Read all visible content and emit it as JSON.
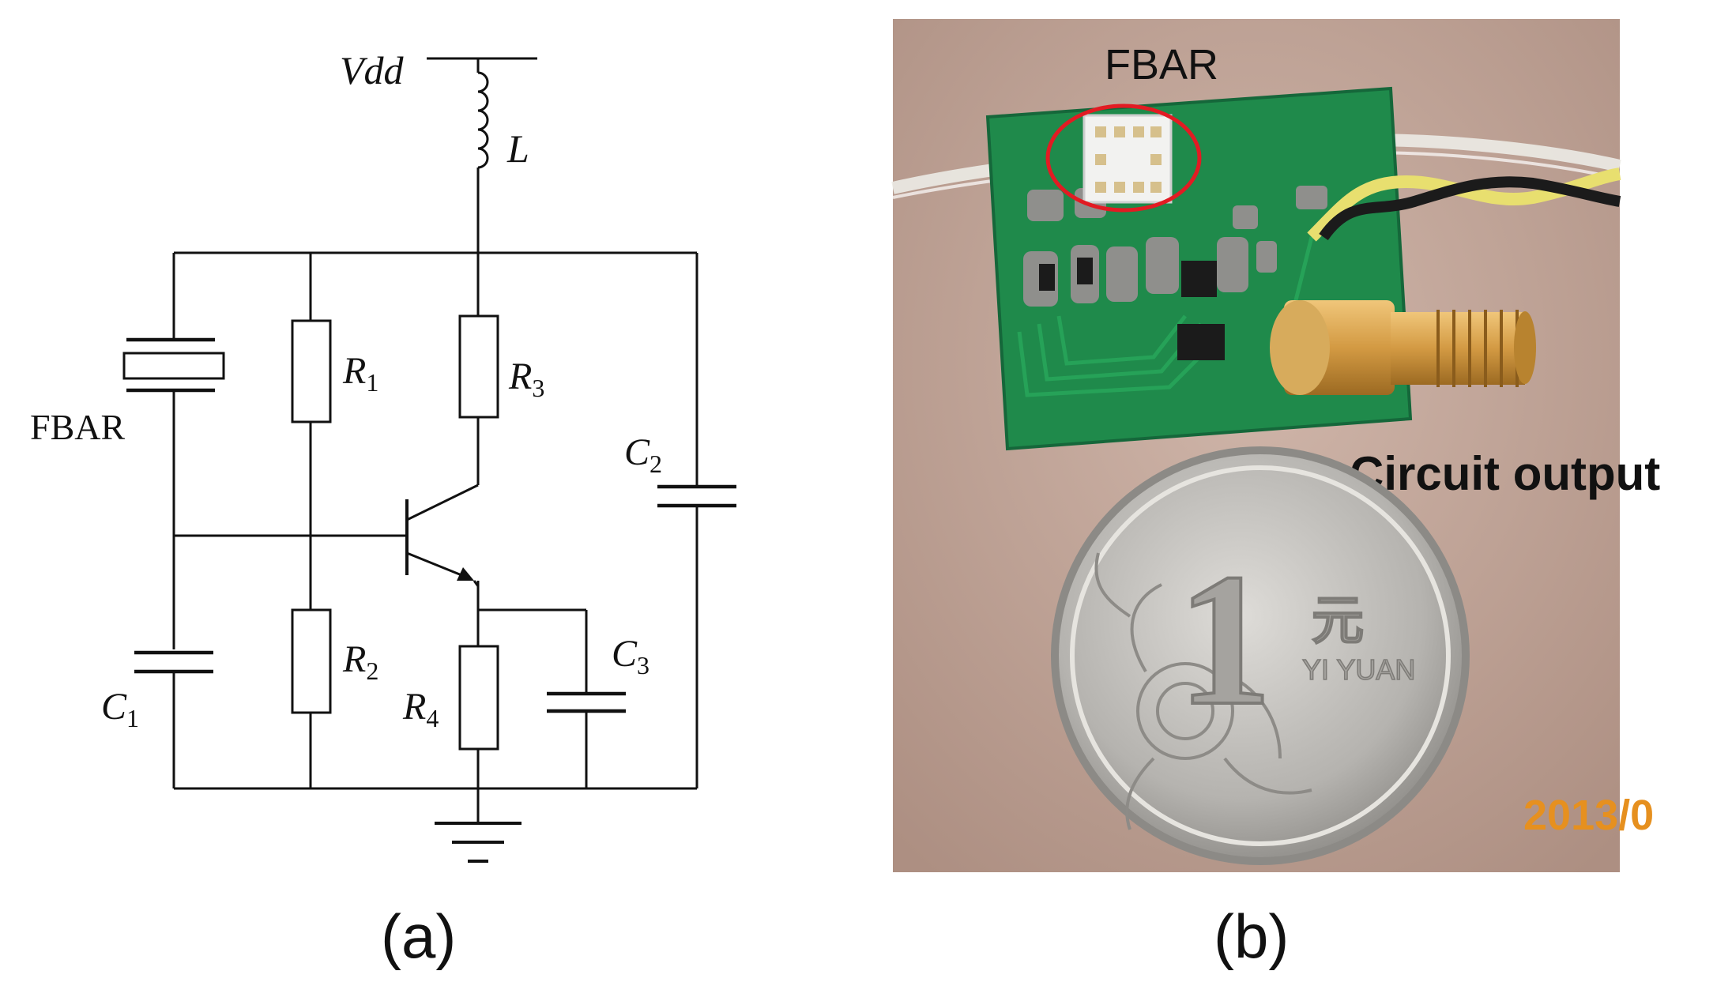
{
  "panel_a": {
    "caption": "(a)",
    "labels": {
      "vdd": "Vdd",
      "inductor": "L",
      "fbar": "FBAR",
      "r1": "R",
      "r1_sub": "1",
      "r2": "R",
      "r2_sub": "2",
      "r3": "R",
      "r3_sub": "3",
      "r4": "R",
      "r4_sub": "4",
      "c1": "C",
      "c1_sub": "1",
      "c2": "C",
      "c2_sub": "2",
      "c3": "C",
      "c3_sub": "3"
    }
  },
  "panel_b": {
    "caption": "(b)",
    "fbar_label": "FBAR",
    "output_label": "Circuit output",
    "coin_numeral": "1",
    "coin_char": "元",
    "coin_text": "YI YUAN",
    "date_stamp": "2013/0",
    "colors": {
      "background": "#c5a99c",
      "pcb": "#1e8a4a",
      "connector": "#d9a14a",
      "highlight_circle": "#e21b23",
      "coin": "#b9b9b6"
    }
  }
}
